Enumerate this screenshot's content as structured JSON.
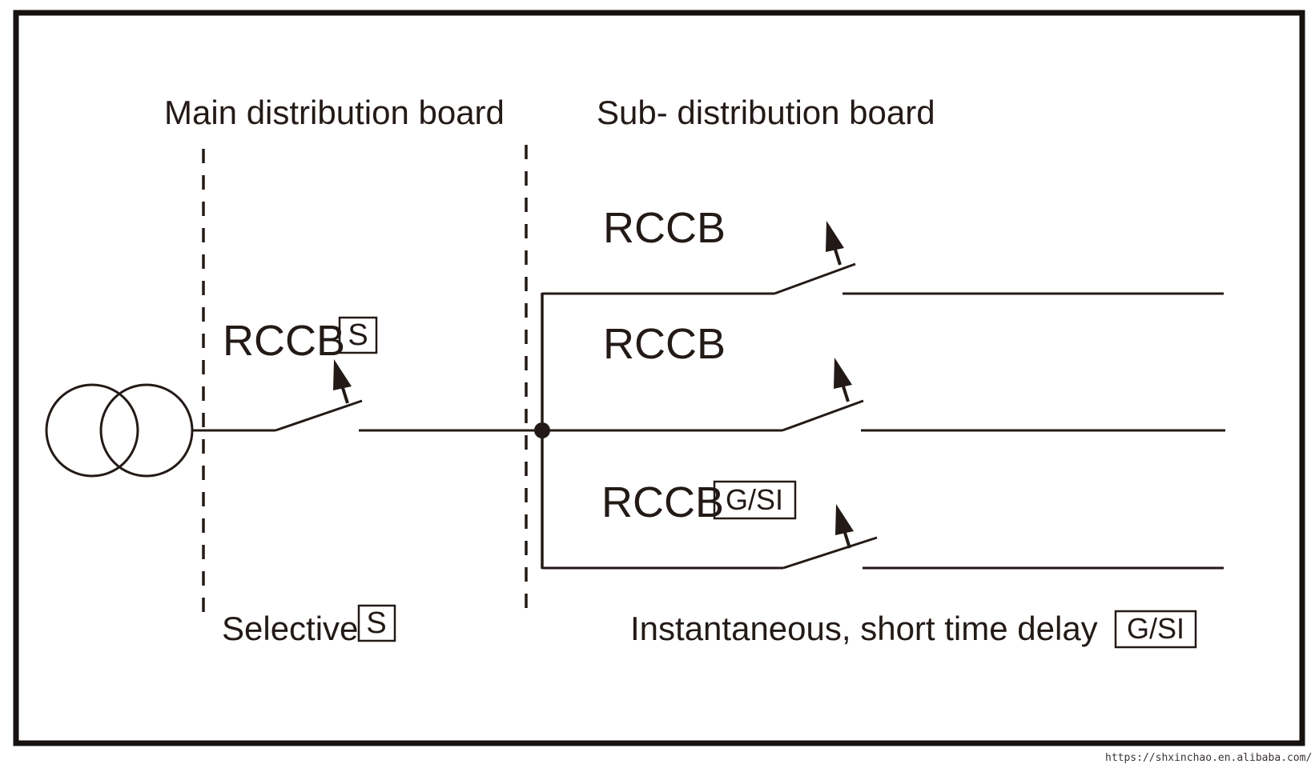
{
  "diagram": {
    "main_board_title": "Main distribution board",
    "sub_board_title": "Sub- distribution board",
    "main_breaker": {
      "label": "RCCB",
      "badge": "S"
    },
    "sub_breakers": [
      {
        "label": "RCCB",
        "badge": ""
      },
      {
        "label": "RCCB",
        "badge": ""
      },
      {
        "label": "RCCB",
        "badge": "G/SI"
      }
    ],
    "legend": {
      "selective_text": "Selective",
      "selective_badge": "S",
      "instantaneous_text": "Instantaneous, short time delay",
      "instantaneous_badge": "G/SI"
    },
    "watermark_url": "https://shxinchao.en.alibaba.com/",
    "colors": {
      "ink": "#231a17",
      "border": "#161210",
      "background": "#ffffff"
    }
  }
}
